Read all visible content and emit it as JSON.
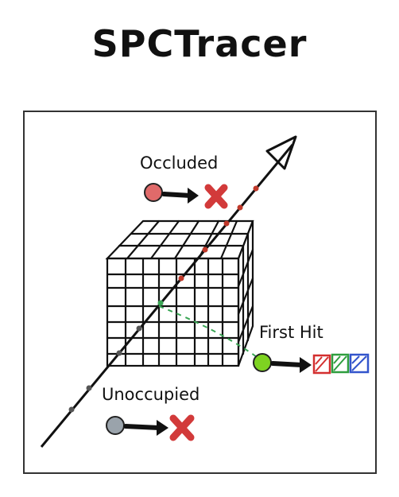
{
  "title": "SPCTracer",
  "labels": {
    "occluded": "Occluded",
    "first_hit": "First Hit",
    "unoccupied": "Unoccupied"
  },
  "colors": {
    "occluded_point": "#e06a6a",
    "red_cross": "#d23a3a",
    "first_hit_point": "#7ed321",
    "unoccupied_point": "#9aa3ab",
    "swatch_red": "#d32f2f",
    "swatch_green": "#2e9e3e",
    "swatch_blue": "#3355cc",
    "ray": "#111111",
    "ray_dots_red": "#c0392b",
    "ray_dots_green": "#3aa655",
    "ray_dots_gray": "#555555"
  },
  "icons": [
    "red-cross-icon",
    "arrow-right-icon",
    "ray-arrowhead-icon",
    "voxel-grid-cube"
  ]
}
